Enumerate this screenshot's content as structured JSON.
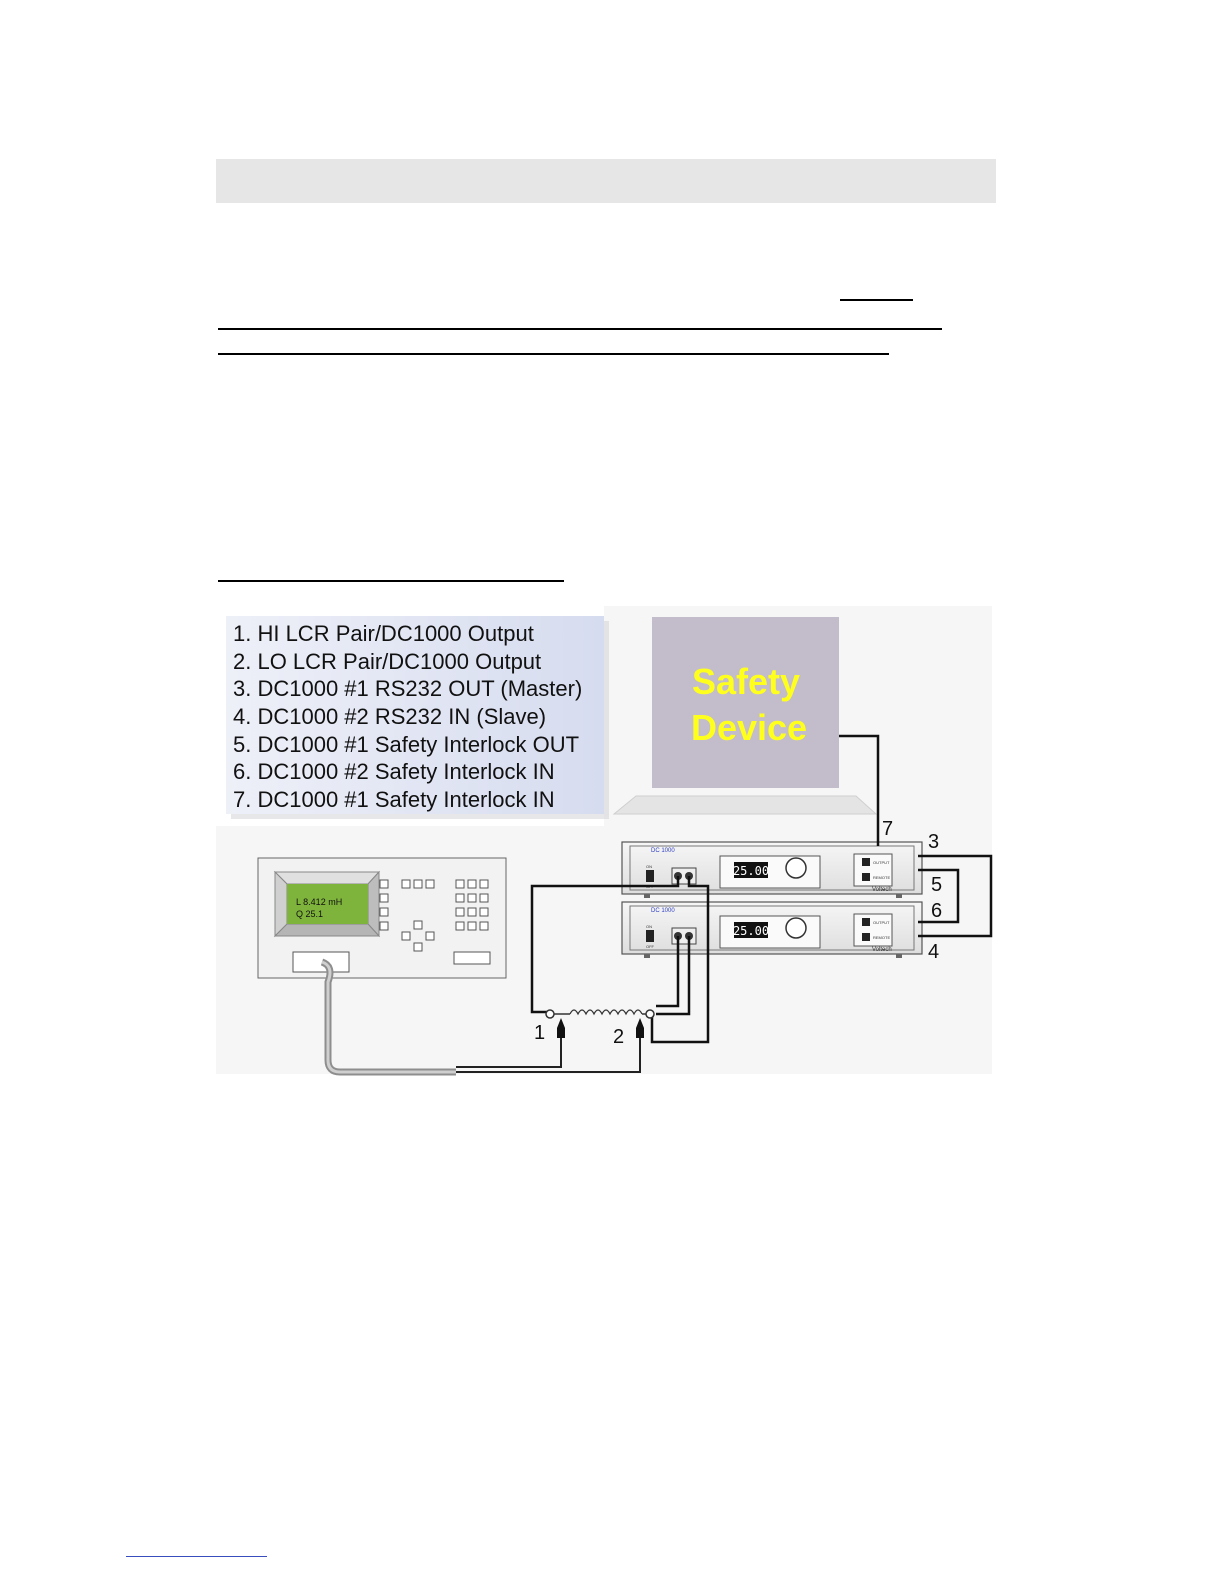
{
  "legend": {
    "items": [
      "1. HI LCR Pair/DC1000 Output",
      "2. LO LCR Pair/DC1000 Output",
      "3. DC1000 #1 RS232 OUT (Master)",
      "4. DC1000 #2 RS232 IN (Slave)",
      "5. DC1000 #1 Safety Interlock OUT",
      "6. DC1000 #2 Safety Interlock IN",
      "7. DC1000 #1 Safety Interlock IN"
    ]
  },
  "safety_device": {
    "line1": "Safety",
    "line2": "Device"
  },
  "lcr_meter": {
    "readout_l": "L   8.412 mH",
    "readout_q": "Q   25.1"
  },
  "dc1000": {
    "model": "DC  1000",
    "display": "25.00",
    "output_label": "OUTPUT",
    "remote_label": "REMOTE",
    "brand": "Voltech",
    "on_label": "ON",
    "off_label": "OFF"
  },
  "callouts": {
    "c1": "1",
    "c2": "2",
    "c3": "3",
    "c4": "4",
    "c5": "5",
    "c6": "6",
    "c7": "7"
  },
  "colors": {
    "legend_bg": "#e9ecf6",
    "safety_device_bg": "#c3bcca",
    "safety_device_text": "#ffff1e",
    "lcd_green": "#7fb43c",
    "cable_grey": "#9a9a9a"
  }
}
